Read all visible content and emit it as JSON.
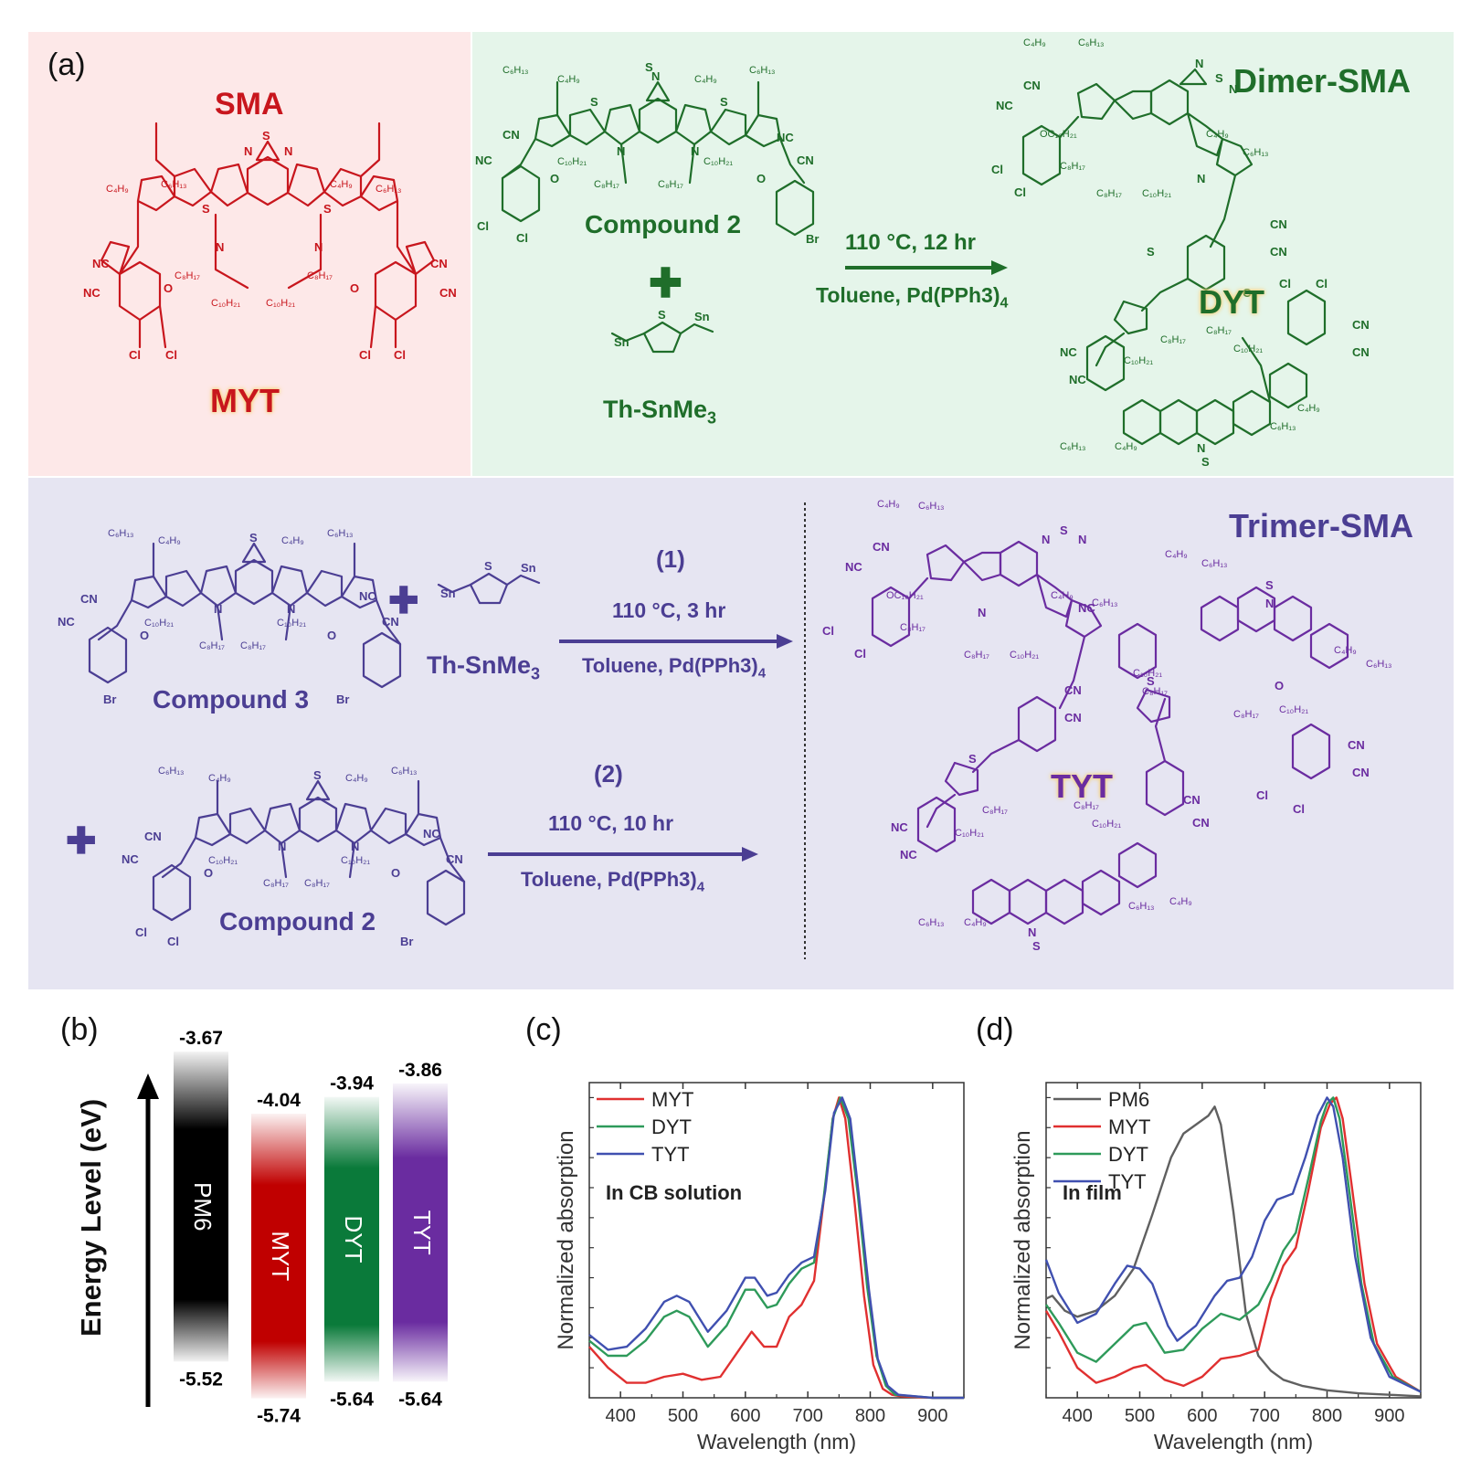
{
  "panel_a": {
    "label": "(a)",
    "sma": {
      "title": "SMA",
      "name": "MYT"
    },
    "dimer": {
      "title": "Dimer-SMA",
      "compound": "Compound 2",
      "reagent": "Th-SnMe",
      "reagent_sub": "3",
      "cond1": "110 °C, 12 hr",
      "cond2": "Toluene, Pd(PPh3)",
      "cond2_sub": "4",
      "product": "DYT"
    },
    "trimer": {
      "title": "Trimer-SMA",
      "compound3": "Compound 3",
      "compound2": "Compound 2",
      "reagent": "Th-SnMe",
      "reagent_sub": "3",
      "step1": "(1)",
      "step1_cond1": "110 °C, 3 hr",
      "step1_cond2": "Toluene, Pd(PPh3)",
      "step1_cond2_sub": "4",
      "step2": "(2)",
      "step2_cond1": "110 °C, 10 hr",
      "step2_cond2": "Toluene, Pd(PPh3)",
      "step2_cond2_sub": "4",
      "product": "TYT"
    },
    "colors": {
      "sma": "#c8161d",
      "dimer": "#1f6e2a",
      "trimer": "#4b3e93",
      "trimer_mol": "#6a2ca0",
      "highlight": "#e0a02a"
    }
  },
  "panel_b": {
    "label": "(b)",
    "ylabel": "Energy Level (eV)",
    "bars": [
      {
        "name": "PM6",
        "lumo": "-3.67",
        "homo": "-5.52",
        "lumo_val": -3.67,
        "homo_val": -5.52,
        "color": "#000000"
      },
      {
        "name": "MYT",
        "lumo": "-4.04",
        "homo": "-5.74",
        "lumo_val": -4.04,
        "homo_val": -5.74,
        "color": "#c00000"
      },
      {
        "name": "DYT",
        "lumo": "-3.94",
        "homo": "-5.64",
        "lumo_val": -3.94,
        "homo_val": -5.64,
        "color": "#0a7a3a"
      },
      {
        "name": "TYT",
        "lumo": "-3.86",
        "homo": "-5.64",
        "lumo_val": -3.86,
        "homo_val": -5.64,
        "color": "#6a2ca0"
      }
    ]
  },
  "chart_data": [
    {
      "type": "line",
      "panel": "(c)",
      "annotation": "In CB solution",
      "xlabel": "Wavelength (nm)",
      "ylabel": "Normalized absorption",
      "xlim": [
        350,
        950
      ],
      "ylim": [
        0,
        1.05
      ],
      "xticks": [
        "400",
        "500",
        "600",
        "700",
        "800",
        "900"
      ],
      "legend": "top-left",
      "series": [
        {
          "name": "MYT",
          "color": "#e03030",
          "x": [
            350,
            380,
            410,
            440,
            470,
            500,
            530,
            560,
            590,
            610,
            630,
            650,
            670,
            690,
            710,
            725,
            740,
            750,
            760,
            775,
            790,
            805,
            820,
            835,
            850,
            900,
            950
          ],
          "y": [
            0.17,
            0.1,
            0.05,
            0.05,
            0.07,
            0.08,
            0.06,
            0.07,
            0.16,
            0.22,
            0.17,
            0.17,
            0.27,
            0.31,
            0.39,
            0.65,
            0.93,
            1.0,
            0.93,
            0.65,
            0.34,
            0.11,
            0.03,
            0.01,
            0.005,
            0.0,
            0.0
          ]
        },
        {
          "name": "DYT",
          "color": "#2e9a5a",
          "x": [
            350,
            380,
            410,
            440,
            470,
            490,
            510,
            540,
            570,
            600,
            615,
            635,
            650,
            670,
            690,
            710,
            725,
            740,
            752,
            765,
            780,
            795,
            810,
            825,
            840,
            900,
            950
          ],
          "y": [
            0.19,
            0.14,
            0.14,
            0.19,
            0.27,
            0.29,
            0.27,
            0.17,
            0.24,
            0.36,
            0.36,
            0.3,
            0.31,
            0.38,
            0.43,
            0.45,
            0.66,
            0.93,
            1.0,
            0.93,
            0.68,
            0.37,
            0.14,
            0.04,
            0.01,
            0.0,
            0.0
          ]
        },
        {
          "name": "TYT",
          "color": "#4050b0",
          "x": [
            350,
            380,
            410,
            440,
            470,
            490,
            510,
            540,
            570,
            600,
            615,
            635,
            650,
            670,
            690,
            710,
            728,
            742,
            755,
            768,
            782,
            798,
            812,
            828,
            845,
            900,
            950
          ],
          "y": [
            0.21,
            0.16,
            0.17,
            0.23,
            0.32,
            0.34,
            0.32,
            0.22,
            0.29,
            0.4,
            0.4,
            0.34,
            0.35,
            0.41,
            0.45,
            0.47,
            0.69,
            0.95,
            1.0,
            0.93,
            0.67,
            0.36,
            0.13,
            0.04,
            0.01,
            0.0,
            0.0
          ]
        }
      ]
    },
    {
      "type": "line",
      "panel": "(d)",
      "annotation": "In film",
      "xlabel": "Wavelength (nm)",
      "ylabel": "Normalized absorption",
      "xlim": [
        350,
        950
      ],
      "ylim": [
        0,
        1.05
      ],
      "xticks": [
        "400",
        "500",
        "600",
        "700",
        "800",
        "900"
      ],
      "legend": "top-left",
      "series": [
        {
          "name": "PM6",
          "color": "#606060",
          "x": [
            350,
            360,
            380,
            400,
            430,
            460,
            490,
            520,
            550,
            570,
            590,
            610,
            620,
            630,
            650,
            670,
            690,
            710,
            730,
            760,
            800,
            850,
            900,
            950
          ],
          "y": [
            0.33,
            0.34,
            0.29,
            0.27,
            0.29,
            0.34,
            0.43,
            0.61,
            0.8,
            0.88,
            0.91,
            0.94,
            0.97,
            0.91,
            0.62,
            0.28,
            0.14,
            0.09,
            0.06,
            0.04,
            0.025,
            0.015,
            0.01,
            0.005
          ]
        },
        {
          "name": "MYT",
          "color": "#e03030",
          "x": [
            350,
            370,
            400,
            430,
            460,
            490,
            510,
            540,
            570,
            600,
            630,
            660,
            690,
            710,
            730,
            750,
            770,
            790,
            805,
            815,
            825,
            840,
            860,
            880,
            910,
            950
          ],
          "y": [
            0.29,
            0.22,
            0.1,
            0.05,
            0.07,
            0.1,
            0.11,
            0.06,
            0.04,
            0.07,
            0.13,
            0.14,
            0.16,
            0.33,
            0.44,
            0.5,
            0.69,
            0.9,
            0.98,
            1.0,
            0.93,
            0.7,
            0.38,
            0.18,
            0.07,
            0.02
          ]
        },
        {
          "name": "DYT",
          "color": "#2e9a5a",
          "x": [
            350,
            370,
            400,
            430,
            460,
            490,
            510,
            540,
            570,
            600,
            630,
            660,
            690,
            710,
            730,
            750,
            770,
            790,
            800,
            810,
            820,
            835,
            855,
            875,
            905,
            950
          ],
          "y": [
            0.31,
            0.25,
            0.15,
            0.12,
            0.18,
            0.24,
            0.25,
            0.15,
            0.16,
            0.23,
            0.28,
            0.26,
            0.31,
            0.39,
            0.49,
            0.55,
            0.73,
            0.92,
            0.98,
            1.0,
            0.93,
            0.7,
            0.38,
            0.18,
            0.07,
            0.02
          ]
        },
        {
          "name": "TYT",
          "color": "#4050b0",
          "x": [
            350,
            370,
            400,
            430,
            460,
            480,
            500,
            520,
            545,
            560,
            590,
            620,
            640,
            660,
            680,
            700,
            720,
            745,
            765,
            785,
            800,
            810,
            825,
            845,
            870,
            900,
            950
          ],
          "y": [
            0.46,
            0.35,
            0.25,
            0.28,
            0.38,
            0.44,
            0.43,
            0.38,
            0.24,
            0.19,
            0.24,
            0.34,
            0.39,
            0.4,
            0.47,
            0.59,
            0.66,
            0.68,
            0.8,
            0.94,
            1.0,
            0.97,
            0.8,
            0.47,
            0.2,
            0.07,
            0.02
          ]
        }
      ]
    }
  ]
}
